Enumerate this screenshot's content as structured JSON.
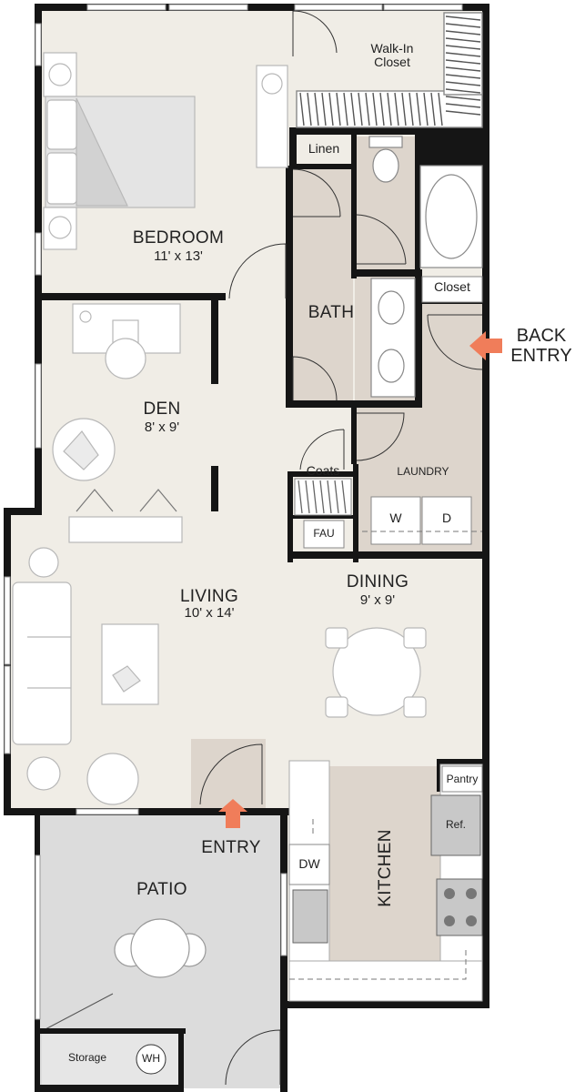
{
  "rooms": {
    "walkin_closet": "Walk-In\nCloset",
    "linen": "Linen",
    "bedroom": "BEDROOM",
    "bedroom_dim": "11' x 13'",
    "bath": "BATH",
    "closet": "Closet",
    "back_entry": "BACK\nENTRY",
    "den": "DEN",
    "den_dim": "8' x 9'",
    "coats": "Coats",
    "laundry": "LAUNDRY",
    "washer": "W",
    "dryer": "D",
    "fau": "FAU",
    "living": "LIVING",
    "living_dim": "10' x 14'",
    "dining": "DINING",
    "dining_dim": "9' x 9'",
    "pantry": "Pantry",
    "ref": "Ref.",
    "kitchen": "KITCHEN",
    "dw": "DW",
    "entry": "ENTRY",
    "patio": "PATIO",
    "storage": "Storage",
    "wh": "WH"
  },
  "colors": {
    "floor": "#f0ede6",
    "bath_floor": "#ddd5cc",
    "patio_floor": "#dcdcdc",
    "wall": "#151515",
    "entry_arrow": "#f07d5a",
    "furniture": "#ffffff",
    "furniture_stroke": "#b8b8b8"
  }
}
